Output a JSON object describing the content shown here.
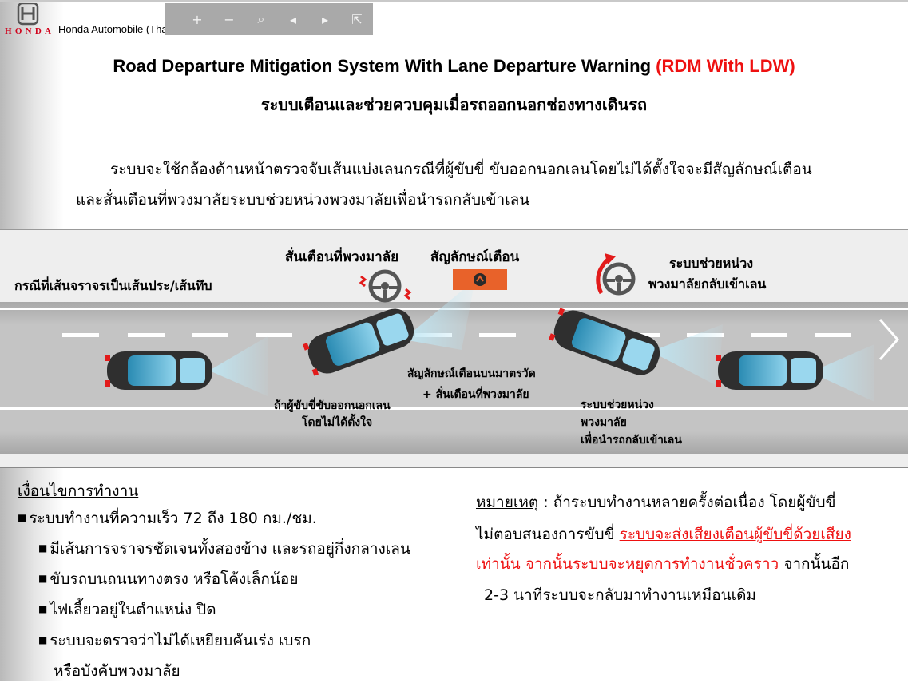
{
  "header": {
    "brand": "HONDA",
    "company": "Honda Automobile (Thailand) Co.,Ltd.",
    "toolbar": [
      "+",
      "−",
      "⌕",
      "◂",
      "▸",
      "⇱"
    ]
  },
  "title": {
    "main": "Road Departure Mitigation System With Lane Departure Warning ",
    "highlight": "(RDM With LDW)"
  },
  "subtitle": "ระบบเตือนและช่วยควบคุมเมื่อรถออกนอกช่องทางเดินรถ",
  "intro": {
    "line1": "ระบบจะใช้กล้องด้านหน้าตรวจจับเส้นแบ่งเลนกรณีที่ผู้ขับขี่ ขับออกนอกเลนโดยไม่ได้ตั้งใจจะมีสัญลักษณ์เตือน",
    "line2": "และสั่นเตือนที่พวงมาลัยระบบช่วยหน่วงพวงมาลัยเพื่อนำรถกลับเข้าเลน"
  },
  "diagram": {
    "case_label": "กรณีที่เส้นจราจรเป็นเส้นประ/เส้นทึบ",
    "vibrate_label": "สั่นเตือนที่พวงมาลัย",
    "symbol_label": "สัญลักษณ์เตือน",
    "assist_label_1": "ระบบช่วยหน่วง",
    "assist_label_2": "พวงมาลัยกลับเข้าเลน",
    "drift_label_1": "ถ้าผู้ขับขี่ขับออกนอกเลน",
    "drift_label_2": "โดยไม่ได้ตั้งใจ",
    "warn_label_1": "สัญลักษณ์เตือนบนมาตรวัด",
    "warn_label_2": "+ สั่นเตือนที่พวงมาลัย",
    "return_label_1": "ระบบช่วยหน่วง",
    "return_label_2": "พวงมาลัย",
    "return_label_3": "เพื่อนำรถกลับเข้าเลน",
    "colors": {
      "warning_orange": "#e8622a",
      "alert_red": "#e21b1b",
      "camera_beam": "#bfe6f3"
    }
  },
  "conditions": {
    "title": "เงื่อนไขการทำงาน",
    "items": [
      "ระบบทำงานที่ความเร็ว 72 ถึง 180 กม./ชม.",
      "มีเส้นการจราจรชัดเจนทั้งสองข้าง และรถอยู่กึ่งกลางเลน",
      "ขับรถบนถนนทางตรง หรือโค้งเล็กน้อย",
      "ไฟเลี้ยวอยู่ในตำแหน่ง ปิด",
      "ระบบจะตรวจว่าไม่ได้เหยียบคันเร่ง เบรก"
    ],
    "continuation": "หรือบังคับพวงมาลัย"
  },
  "note": {
    "label": "หมายเหตุ",
    "colon": " :  ถ้าระบบทำงานหลายครั้งต่อเนื่อง โดยผู้ขับขี่",
    "line2_plain": "ไม่ตอบสนองการขับขี่ ",
    "line2_red": "ระบบจะส่งเสียงเตือนผู้ขับขี่ด้วยเสียง",
    "line3_red": "เท่านั้น จากนั้นระบบจะหยุดการทำงานชั่วคราว",
    "line3_plain": "  จากนั้นอีก",
    "line4": "2-3 นาทีระบบจะกลับมาทำงานเหมือนเดิม"
  }
}
